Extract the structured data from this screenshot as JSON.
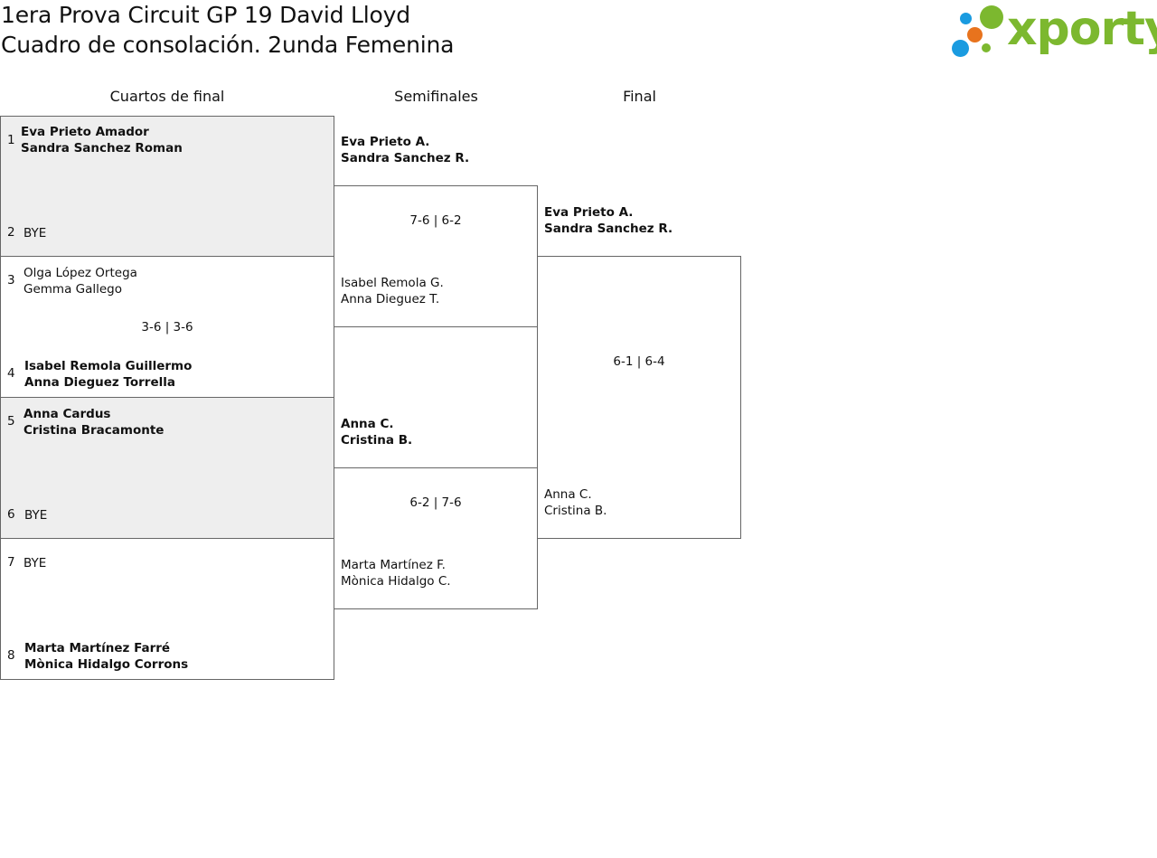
{
  "title": {
    "line1": "1era Prova Circuit GP 19 David Lloyd",
    "line2": "Cuadro de consolación. 2unda Femenina"
  },
  "logo": {
    "text": "xporty",
    "colors": {
      "text": "#7cb82f",
      "blue": "#1a9be0",
      "orange": "#e8731d",
      "green": "#7cb82f"
    }
  },
  "rounds": {
    "quarters": "Cuartos de final",
    "semis": "Semifinales",
    "final": "Final"
  },
  "quarterfinals": [
    {
      "top": {
        "seed": "1",
        "p1": "Eva Prieto Amador",
        "p2": "Sandra Sanchez Roman"
      },
      "bottom": {
        "seed": "2",
        "p1": "BYE",
        "p2": ""
      },
      "score": ""
    },
    {
      "top": {
        "seed": "3",
        "p1": "Olga López Ortega",
        "p2": "Gemma Gallego"
      },
      "bottom": {
        "seed": "4",
        "p1": "Isabel Remola Guillermo",
        "p2": "Anna Dieguez Torrella"
      },
      "score": "3-6 | 3-6"
    },
    {
      "top": {
        "seed": "5",
        "p1": "Anna Cardus",
        "p2": "Cristina Bracamonte"
      },
      "bottom": {
        "seed": "6",
        "p1": "BYE",
        "p2": ""
      },
      "score": ""
    },
    {
      "top": {
        "seed": "7",
        "p1": "BYE",
        "p2": ""
      },
      "bottom": {
        "seed": "8",
        "p1": "Marta Martínez Farré",
        "p2": "Mònica Hidalgo Corrons"
      },
      "score": ""
    }
  ],
  "semifinals": [
    {
      "top": {
        "p1": "Eva Prieto A.",
        "p2": "Sandra Sanchez R."
      },
      "bottom": {
        "p1": "Isabel Remola G.",
        "p2": "Anna Dieguez T."
      },
      "score": "7-6 | 6-2"
    },
    {
      "top": {
        "p1": "Anna C.",
        "p2": "Cristina B."
      },
      "bottom": {
        "p1": "Marta Martínez F.",
        "p2": "Mònica Hidalgo C."
      },
      "score": "6-2 | 7-6"
    }
  ],
  "final": {
    "top": {
      "p1": "Eva Prieto A.",
      "p2": "Sandra Sanchez R."
    },
    "bottom": {
      "p1": "Anna C.",
      "p2": "Cristina B."
    },
    "score": "6-1 | 6-4"
  }
}
